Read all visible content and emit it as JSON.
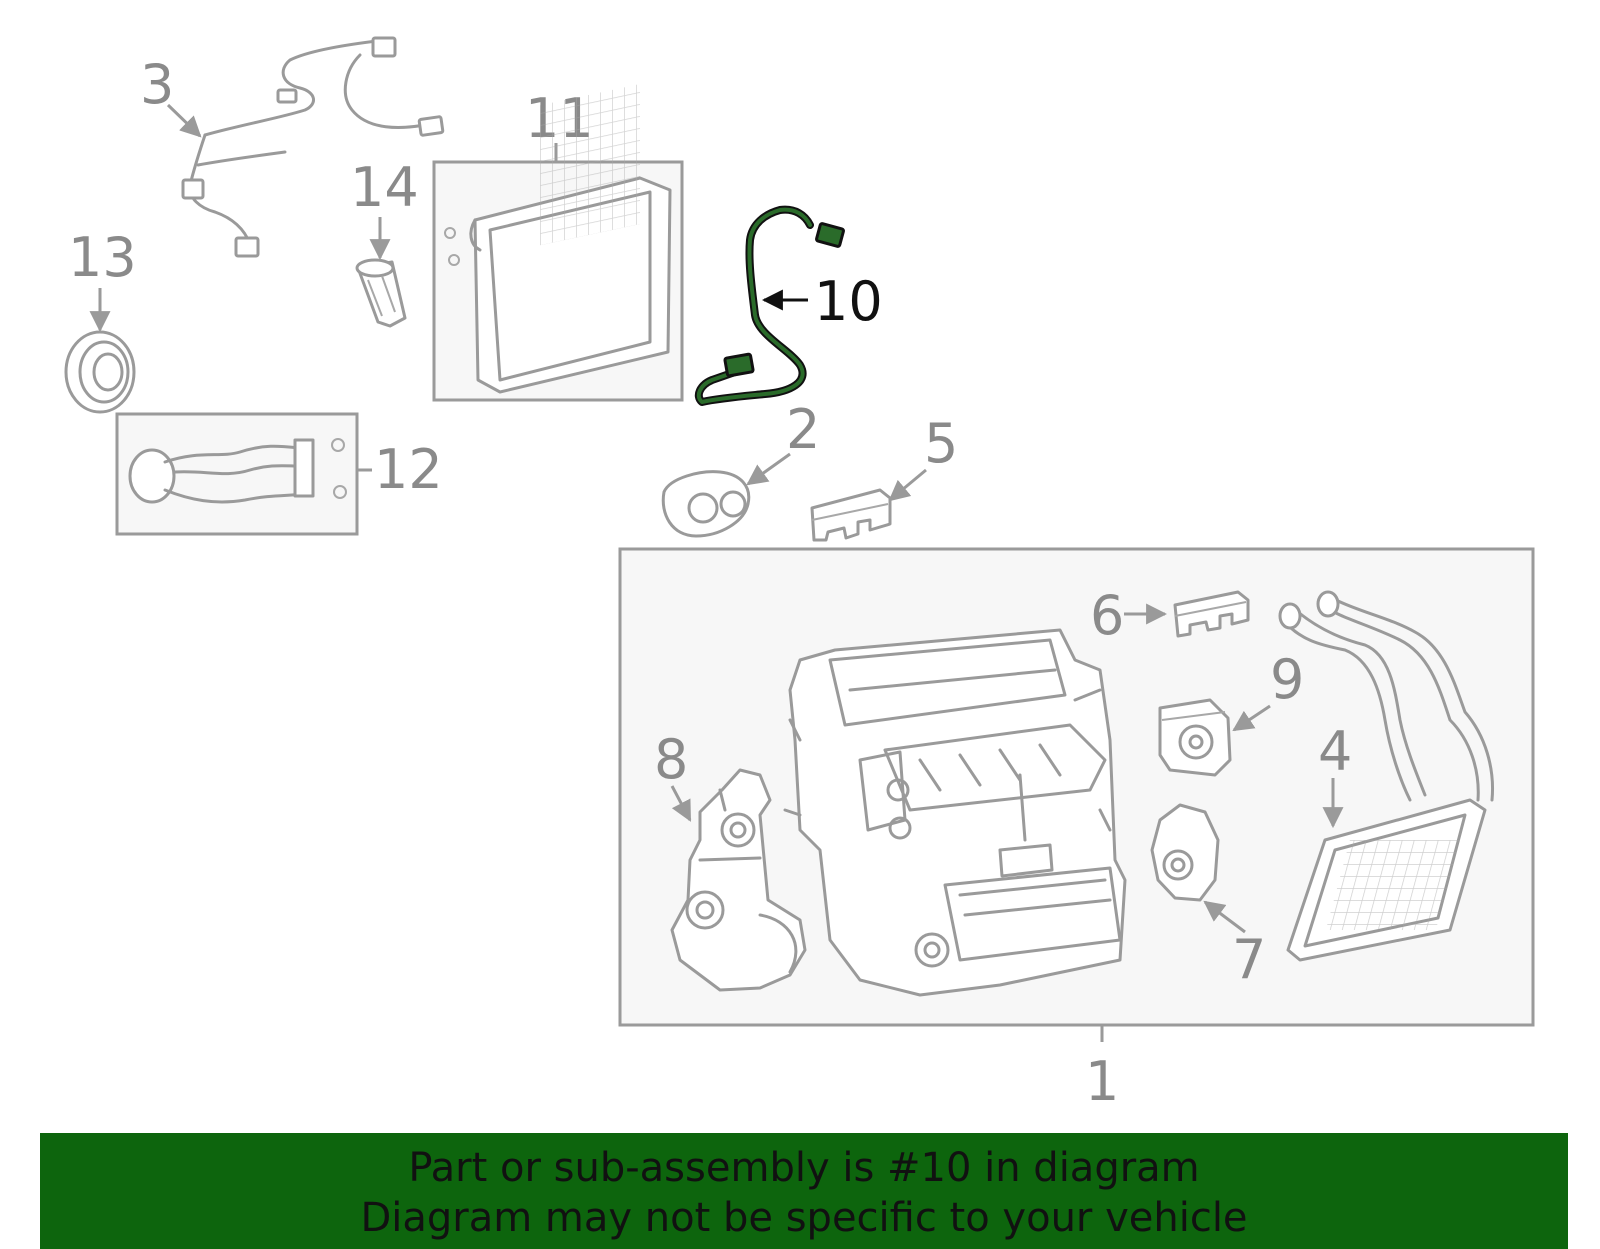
{
  "diagram": {
    "highlight_part": "10",
    "highlight_color": "#1f5c1f",
    "callouts": [
      "1",
      "2",
      "3",
      "4",
      "5",
      "6",
      "7",
      "8",
      "9",
      "10",
      "11",
      "12",
      "13",
      "14"
    ]
  },
  "banner": {
    "line1": "Part or sub-assembly is #10 in diagram",
    "line2": "Diagram may not be specific to your vehicle",
    "background": "#0d650d"
  }
}
